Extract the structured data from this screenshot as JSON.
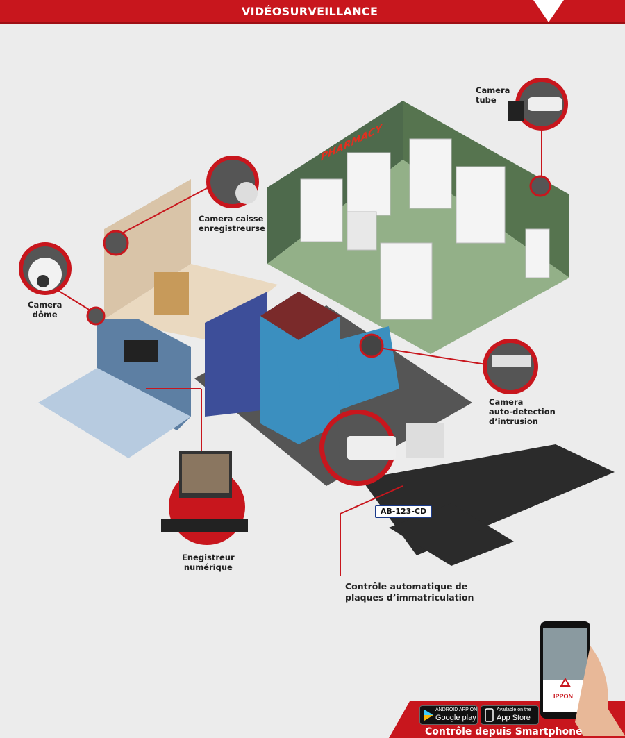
{
  "header": {
    "title": "VIDÉOSURVEILLANCE"
  },
  "labels": {
    "camera_tube": [
      "Camera",
      "tube"
    ],
    "camera_caisse": [
      "Camera caisse",
      "enregistreurse"
    ],
    "camera_dome": [
      "Camera",
      "dôme"
    ],
    "camera_intrusion": [
      "Camera",
      "auto-detection",
      "d’intrusion"
    ],
    "enregistreur": [
      "Enegistreur",
      "numérique"
    ],
    "plaques": [
      "Contrôle automatique de",
      "plaques d’immatriculation"
    ]
  },
  "pharmacy_sign": "PHARMACY",
  "license_plate": "AB-123-CD",
  "footer": {
    "google_small": "ANDROID APP ON",
    "google_big": "Google play",
    "apple_small": "Available on the",
    "apple_big": "App Store",
    "caption": "Contrôle depuis Smartphone",
    "brand": "IPPON"
  },
  "colors": {
    "accent": "#c8161d",
    "pharmacy_wall": "#4e6a4c",
    "floor": "#8fae84"
  }
}
